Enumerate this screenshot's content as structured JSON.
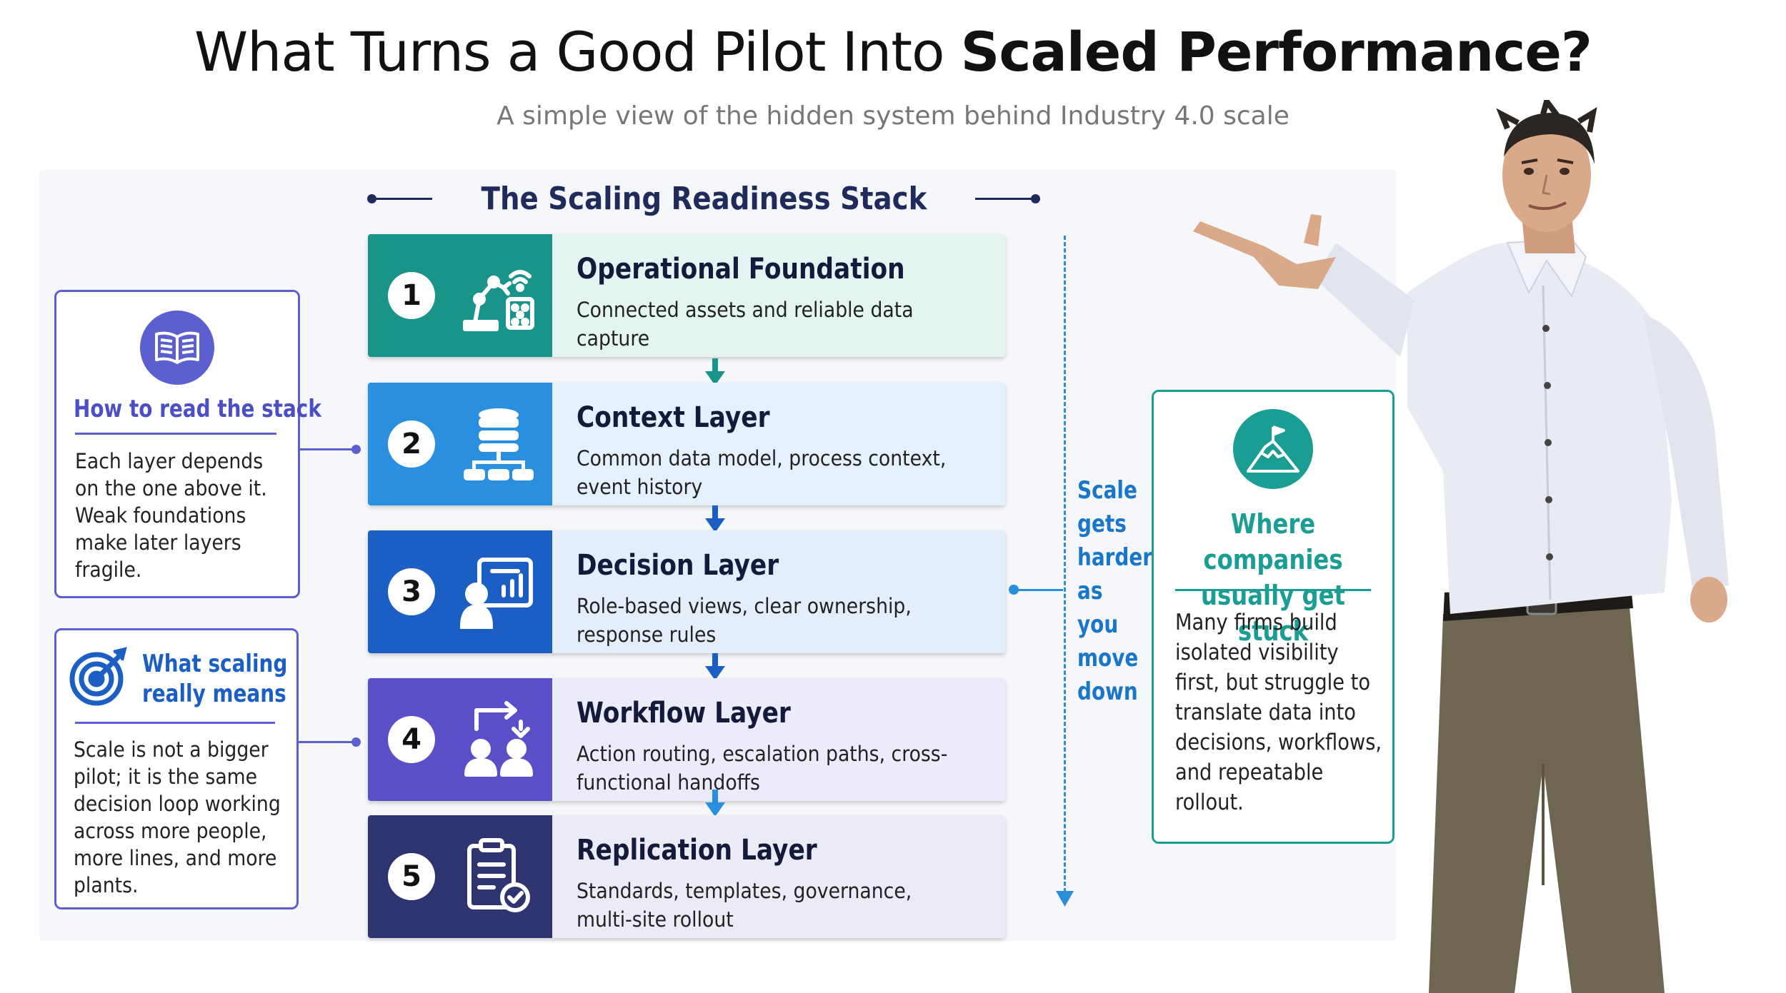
{
  "header": {
    "title_regular": "What Turns a Good Pilot Into ",
    "title_bold": "Scaled Performance?",
    "subtitle": "A simple view of the hidden system behind Industry 4.0 scale"
  },
  "stack": {
    "heading": "The Scaling Readiness Stack",
    "layers": [
      {
        "number": "1",
        "name": "Operational Foundation",
        "description": "Connected assets and reliable data capture",
        "icon": "robot-arm-sensor-icon",
        "color": "#1a9488",
        "bg": "#e3f4f1"
      },
      {
        "number": "2",
        "name": "Context Layer",
        "description": "Common data model, process context, event history",
        "icon": "database-hierarchy-icon",
        "color": "#2b8fe0",
        "bg": "#e4f1fc"
      },
      {
        "number": "3",
        "name": "Decision Layer",
        "description": "Role-based views, clear ownership, response rules",
        "icon": "user-dashboard-icon",
        "color": "#1c5fc4",
        "bg": "#e3eefa"
      },
      {
        "number": "4",
        "name": "Workflow Layer",
        "description": "Action routing, escalation paths, cross-functional handoffs",
        "icon": "people-exchange-icon",
        "color": "#5a4fc8",
        "bg": "#ecebf9"
      },
      {
        "number": "5",
        "name": "Replication Layer",
        "description": "Standards, templates, governance, multi-site rollout",
        "icon": "clipboard-check-icon",
        "color": "#2d3470",
        "bg": "#eaebf4"
      }
    ]
  },
  "how_to_read": {
    "icon": "open-book-icon",
    "title": "How to read the stack",
    "text": "Each layer depends on the one above it. Weak foundations make later layers fragile."
  },
  "what_scaling": {
    "icon": "target-icon",
    "title_line1": "What scaling",
    "title_line2": "really means",
    "text": "Scale is not a bigger pilot; it is the same decision loop working across more people, more lines, and more plants."
  },
  "scale_note": {
    "lines": [
      "Scale",
      "gets",
      "harder",
      "as you",
      "move",
      "down"
    ]
  },
  "stuck": {
    "icon": "mountain-flag-icon",
    "title_line1": "Where companies",
    "title_line2": "usually get stuck",
    "text": "Many firms build isolated visibility first, but struggle to translate data into decisions, workflows, and repeatable rollout."
  },
  "colors": {
    "accent_purple": "#5b5fd0",
    "accent_teal": "#1a9e94",
    "accent_blue": "#1976c9",
    "heading_navy": "#1f2b5a"
  }
}
